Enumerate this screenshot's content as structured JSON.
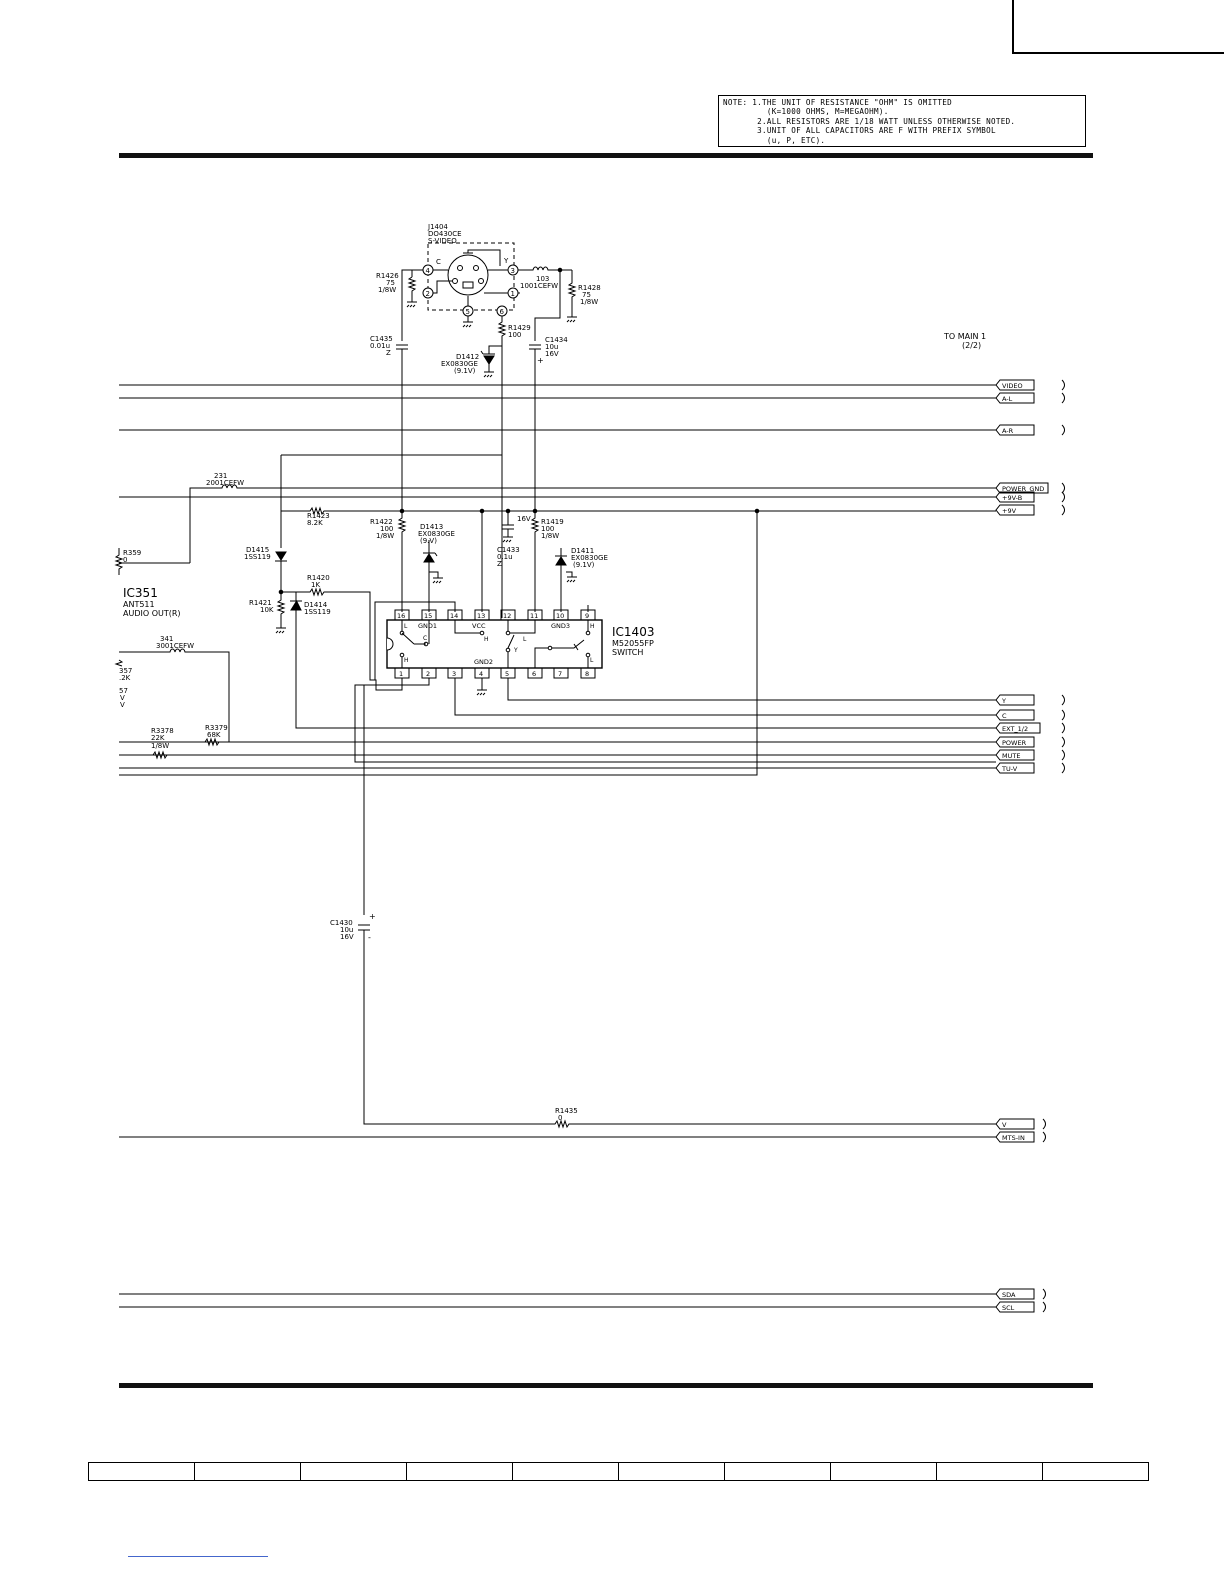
{
  "note": {
    "lines": [
      "NOTE: 1.THE UNIT OF RESISTANCE \"OHM\" IS OMITTED",
      "         (K=1000 OHMS, M=MEGAOHM).",
      "       2.ALL RESISTORS ARE 1/18 WATT UNLESS OTHERWISE NOTED.",
      "       3.UNIT OF ALL CAPACITORS ARE F WITH PREFIX SYMBOL",
      "         (u, P, ETC)."
    ]
  },
  "connector": {
    "ref": "J1404",
    "part": "DO430CE",
    "name": "S-VIDEO",
    "pin_c": "C",
    "pin_y": "Y",
    "pins": [
      "4",
      "3",
      "2",
      "1",
      "5",
      "6"
    ]
  },
  "to_main": {
    "line1": "TO MAIN 1",
    "line2": "(2/2)"
  },
  "buses": {
    "video": "VIDEO",
    "a_l": "A-L",
    "a_r": "A-R",
    "power_gnd": "POWER_GND",
    "p9v_b": "+9V-B",
    "p9v": "+9V",
    "y": "Y",
    "c": "C",
    "ext": "EXT_1/2",
    "power": "POWER",
    "mute": "MUTE",
    "tu_v": "TU-V",
    "v": "V",
    "mts_in": "MTS-IN",
    "sda": "SDA",
    "scl": "SCL"
  },
  "ic1403": {
    "ref": "IC1403",
    "part": "M52055FP",
    "func": "SWITCH",
    "gnd1": "GND1",
    "vcc": "VCC",
    "gnd3": "GND3",
    "gnd2": "GND2",
    "top_pins": [
      "16",
      "15",
      "14",
      "13",
      "12",
      "11",
      "10",
      "9"
    ],
    "bottom_pins": [
      "1",
      "2",
      "3",
      "4",
      "5",
      "6",
      "7",
      "8"
    ],
    "sw_l": "L",
    "sw_h": "H",
    "sw_c": "C",
    "sw_y": "Y"
  },
  "ic351": {
    "ref": "IC351",
    "part": "ANT511",
    "func": "AUDIO OUT(R)"
  },
  "components": {
    "r1426_ref": "R1426",
    "r1426_val": "75",
    "r1426_w": "1/8W",
    "r1428_ref": "R1428",
    "r1428_val": "75",
    "r1428_w": "1/8W",
    "l103_ref": "103",
    "l103_part": "1001CEFW",
    "r1429_ref": "R1429",
    "r1429_val": "100",
    "c1435_ref": "C1435",
    "c1435_val": "0.01u",
    "c1435_type": "Z",
    "c1434_ref": "C1434",
    "c1434_val": "10u",
    "c1434_v": "16V",
    "d1412_ref": "D1412",
    "d1412_part": "EX0830GE",
    "d1412_v": "(9.1V)",
    "l231_ref": "231",
    "l231_part": "2001CEFW",
    "r1423_ref": "R1423",
    "r1423_val": "8.2K",
    "r1422_ref": "R1422",
    "r1422_val": "100",
    "r1422_w": "1/8W",
    "d1413_ref": "D1413",
    "d1413_part": "EX0830GE",
    "d1413_v": "(9.V)",
    "v16": "16V",
    "r1419_ref": "R1419",
    "r1419_val": "100",
    "r1419_w": "1/8W",
    "c1433_ref": "C1433",
    "c1433_val": "0.1u",
    "c1433_type": "Z",
    "d1411_ref": "D1411",
    "d1411_part": "EX0830GE",
    "d1411_v": "(9.1V)",
    "r359_ref": "R359",
    "r359_val": "0",
    "d1415_ref": "D1415",
    "d1415_part": "1SS119",
    "r1420_ref": "R1420",
    "r1420_val": "1K",
    "r1421_ref": "R1421",
    "r1421_val": "10K",
    "d1414_ref": "D1414",
    "d1414_part": "1SS119",
    "l341_ref": "341",
    "l341_part": "3001CEFW",
    "r357_frag1": "357",
    "r357_frag2": ".2K",
    "r57_frag1": "57",
    "r57_frag2": "V",
    "r57_frag3": "V",
    "r3378_ref": "R3378",
    "r3378_val": "22K",
    "r3378_w": "1/8W",
    "r3379_ref": "R3379",
    "r3379_val": "68K",
    "c1430_ref": "C1430",
    "c1430_val": "10u",
    "c1430_v": "16V",
    "r1435_ref": "R1435",
    "r1435_val": "0"
  }
}
